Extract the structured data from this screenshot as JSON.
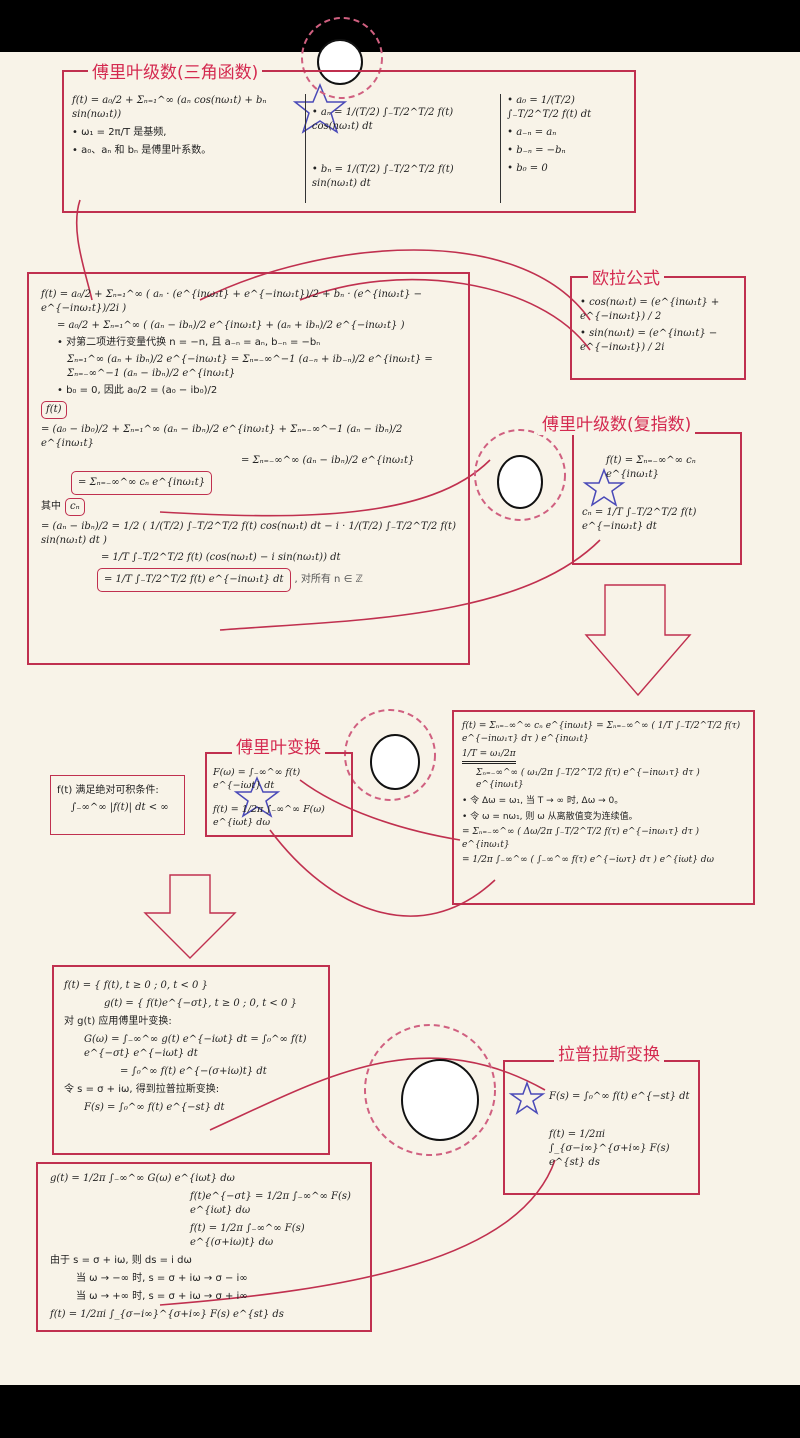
{
  "trig": {
    "title": "傅里叶级数(三角函数)",
    "formula": "f(t) = a₀/2 + Σₙ₌₁^∞ (aₙ cos(nω₁t) + bₙ sin(nω₁t))",
    "notes": [
      "• ω₁ = 2π/T 是基频,",
      "• a₀、aₙ 和 bₙ 是傅里叶系数。"
    ],
    "coef": [
      "• aₙ = 1/(T/2) ∫₋T/2^T/2 f(t) cos(nω₁t) dt",
      "• bₙ = 1/(T/2) ∫₋T/2^T/2 f(t) sin(nω₁t) dt"
    ],
    "props": [
      "• a₀ = 1/(T/2) ∫₋T/2^T/2 f(t) dt",
      "• a₋ₙ = aₙ",
      "• b₋ₙ = −bₙ",
      "• b₀ = 0"
    ]
  },
  "euler": {
    "title": "欧拉公式",
    "lines": [
      "• cos(nω₁t) = (e^{inω₁t} + e^{−inω₁t}) / 2",
      "• sin(nω₁t) = (e^{inω₁t} − e^{−inω₁t}) / 2i"
    ]
  },
  "derivation": {
    "lines": [
      "f(t) = a₀/2 + Σₙ₌₁^∞ ( aₙ · (e^{inω₁t} + e^{−inω₁t})/2 + bₙ · (e^{inω₁t} − e^{−inω₁t})/2i )",
      "= a₀/2 + Σₙ₌₁^∞ ( (aₙ − ibₙ)/2 e^{inω₁t} + (aₙ + ibₙ)/2 e^{−inω₁t} )",
      "• 对第二项进行变量代换 n = −n, 且 a₋ₙ = aₙ, b₋ₙ = −bₙ",
      "Σₙ₌₁^∞ (aₙ + ibₙ)/2 e^{−inω₁t} = Σₙ₌₋∞^−1 (a₋ₙ + ib₋ₙ)/2 e^{inω₁t} = Σₙ₌₋∞^−1 (aₙ − ibₙ)/2 e^{inω₁t}",
      "• b₀ = 0, 因此 a₀/2 = (a₀ − ib₀)/2",
      "f(t)",
      "= (a₀ − ib₀)/2 + Σₙ₌₁^∞ (aₙ − ibₙ)/2 e^{inω₁t} + Σₙ₌₋∞^−1 (aₙ − ibₙ)/2 e^{inω₁t}",
      "= Σₙ₌₋∞^∞ (aₙ − ibₙ)/2 e^{inω₁t}",
      "= Σₙ₌₋∞^∞ cₙ e^{inω₁t}",
      "其中",
      "cₙ",
      "= (aₙ − ibₙ)/2 = 1/2 ( 1/(T/2) ∫₋T/2^T/2 f(t) cos(nω₁t) dt − i · 1/(T/2) ∫₋T/2^T/2 f(t) sin(nω₁t) dt )",
      "= 1/T ∫₋T/2^T/2 f(t) (cos(nω₁t) − i sin(nω₁t)) dt",
      "= 1/T ∫₋T/2^T/2 f(t) e^{−inω₁t} dt",
      ",  对所有 n ∈ ℤ"
    ]
  },
  "complex": {
    "title": "傅里叶级数(复指数)",
    "lines": [
      "f(t) = Σₙ₌₋∞^∞ cₙ e^{inω₁t}",
      "cₙ = 1/T ∫₋T/2^T/2 f(t) e^{−inω₁t} dt"
    ]
  },
  "ft_derivation": {
    "lines": [
      "f(t) = Σₙ₌₋∞^∞ cₙ e^{inω₁t} = Σₙ₌₋∞^∞ ( 1/T ∫₋T/2^T/2 f(τ) e^{−inω₁τ} dτ ) e^{inω₁t}",
      "1/T = ω₁/2π",
      "Σₙ₌₋∞^∞ ( ω₁/2π ∫₋T/2^T/2 f(τ) e^{−inω₁τ} dτ ) e^{inω₁t}",
      "• 令 Δω = ω₁, 当 T → ∞ 时, Δω → 0。",
      "• 令 ω = nω₁, 则 ω 从离散值变为连续值。",
      "= Σₙ₌₋∞^∞ ( Δω/2π ∫₋T/2^T/2 f(τ) e^{−inω₁τ} dτ ) e^{inω₁t}",
      "= 1/2π ∫₋∞^∞ ( ∫₋∞^∞ f(τ) e^{−iωτ} dτ ) e^{iωt} dω"
    ]
  },
  "ft": {
    "title": "傅里叶变换",
    "lines": [
      "F(ω) = ∫₋∞^∞ f(t) e^{−iωt} dt",
      "f(t) = 1/2π ∫₋∞^∞ F(ω) e^{iωt} dω"
    ]
  },
  "condition": {
    "lines": [
      "f(t) 满足绝对可积条件:",
      "∫₋∞^∞ |f(t)| dt < ∞"
    ]
  },
  "laplace_derivation": {
    "lines": [
      "f(t) = { f(t), t ≥ 0 ; 0, t < 0 }",
      "g(t) = { f(t)e^{−σt}, t ≥ 0 ; 0, t < 0 }",
      "对 g(t) 应用傅里叶变换:",
      "G(ω) = ∫₋∞^∞ g(t) e^{−iωt} dt = ∫₀^∞ f(t) e^{−σt} e^{−iωt} dt",
      "= ∫₀^∞ f(t) e^{−(σ+iω)t} dt",
      "令 s = σ + iω, 得到拉普拉斯变换:",
      "F(s) = ∫₀^∞ f(t) e^{−st} dt"
    ]
  },
  "laplace": {
    "title": "拉普拉斯变换",
    "lines": [
      "F(s) = ∫₀^∞ f(t) e^{−st} dt",
      "f(t) = 1/2πi ∫_{σ−i∞}^{σ+i∞} F(s) e^{st} ds"
    ]
  },
  "inverse": {
    "lines": [
      "g(t) = 1/2π ∫₋∞^∞ G(ω) e^{iωt} dω",
      "f(t)e^{−σt} = 1/2π ∫₋∞^∞ F(s) e^{iωt} dω",
      "f(t) = 1/2π ∫₋∞^∞ F(s) e^{(σ+iω)t} dω",
      "由于 s = σ + iω, 则 ds = i dω",
      "当 ω → −∞ 时, s = σ + iω → σ − i∞",
      "当 ω → +∞ 时, s = σ + iω → σ + i∞",
      "f(t) = 1/2πi ∫_{σ−i∞}^{σ+i∞} F(s) e^{st} ds"
    ]
  },
  "colors": {
    "accent": "#c0304f",
    "star": "#4a4ab8",
    "paper": "#f8f3e8"
  }
}
